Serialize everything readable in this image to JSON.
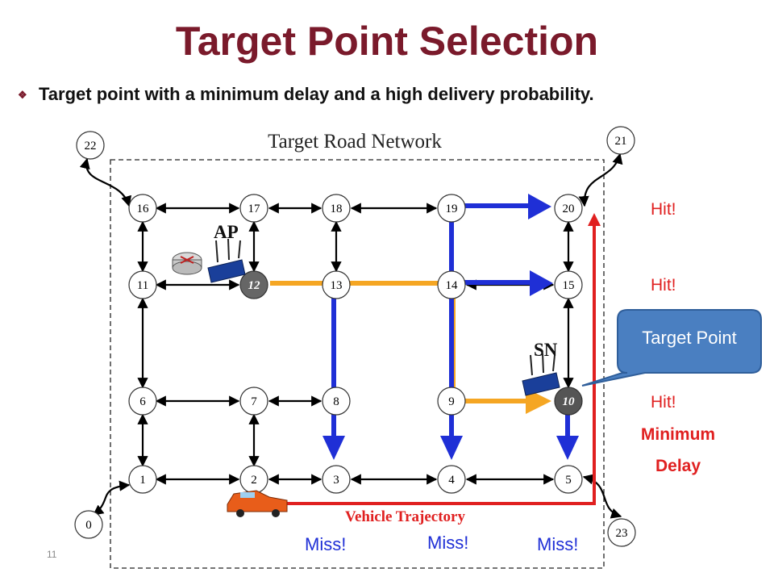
{
  "slide": {
    "title": "Target Point Selection",
    "bullet": "Target point with a minimum delay and a high delivery probability.",
    "page_number": "11"
  },
  "diagram": {
    "network_label": "Target Road Network",
    "ap_label": "AP",
    "sn_label": "SN",
    "vehicle_label": "Vehicle Trajectory",
    "callout": "Target Point",
    "hits": [
      "Hit!",
      "Hit!",
      "Hit!"
    ],
    "min_delay": [
      "Minimum",
      "Delay"
    ],
    "misses": [
      "Miss!",
      "Miss!",
      "Miss!"
    ],
    "nodes": [
      "0",
      "1",
      "2",
      "3",
      "4",
      "5",
      "6",
      "7",
      "8",
      "9",
      "10",
      "11",
      "12",
      "13",
      "14",
      "15",
      "16",
      "17",
      "18",
      "19",
      "20",
      "21",
      "22",
      "23"
    ],
    "colors": {
      "title": "#7a1a2b",
      "orange_path": "#f5a623",
      "blue_path": "#1f2fd6",
      "vehicle_path": "#e02020",
      "hit_miss_text": "#e02020",
      "miss_text": "#1f2fd6",
      "callout": "#4a7fc1"
    }
  }
}
